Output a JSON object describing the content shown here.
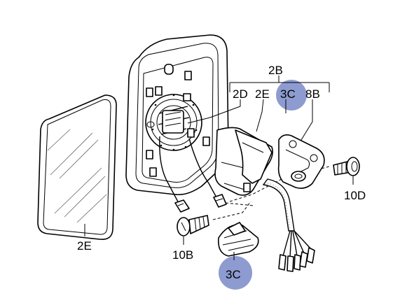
{
  "labels": {
    "callout_2b": "2B",
    "callout_2d": "2D",
    "callout_2e_top": "2E",
    "callout_3c_top": "3C",
    "callout_8b": "8B",
    "callout_2e_glass": "2E",
    "callout_10b": "10B",
    "callout_10d": "10D",
    "callout_3c_bottom": "3C"
  },
  "colors": {
    "highlight": "#8e9bd1",
    "line": "#000000",
    "background": "#ffffff"
  }
}
